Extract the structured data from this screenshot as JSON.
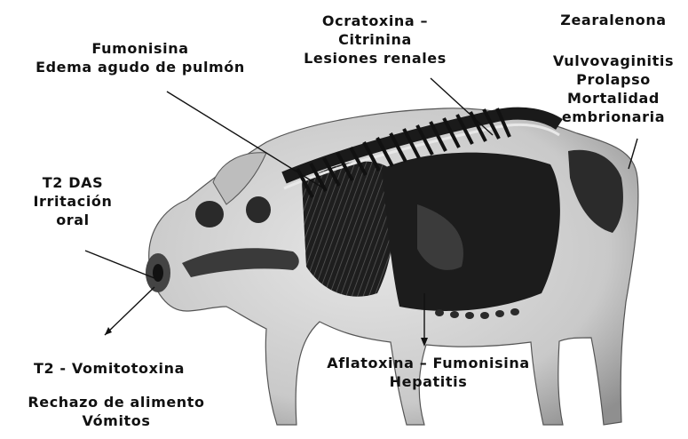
{
  "labels": {
    "fumonisina": {
      "line1": "Fumonisina",
      "line2": "Edema agudo de pulmón"
    },
    "ocratoxina": {
      "line1": "Ocratoxina –",
      "line2": "Citrinina",
      "line3": "Lesiones renales"
    },
    "zearalenona": {
      "line1": "Zearalenona"
    },
    "vulvo": {
      "line1": "Vulvovaginitis",
      "line2": "Prolapso",
      "line3": "Mortalidad",
      "line4": "embrionaria"
    },
    "t2das": {
      "line1": "T2 DAS",
      "line2": "Irritación",
      "line3": "oral"
    },
    "t2vomi": {
      "line1": "T2 - Vomitotoxina"
    },
    "rechazo": {
      "line1": "Rechazo de alimento",
      "line2": "Vómitos"
    },
    "aflatoxina": {
      "line1": "Aflatoxina – Fumonisina",
      "line2": "Hepatitis"
    }
  },
  "colors": {
    "ink": "#111111",
    "body_light": "#d6d6d6",
    "body_mid": "#9a9a9a",
    "body_dark": "#2b2b2b"
  }
}
